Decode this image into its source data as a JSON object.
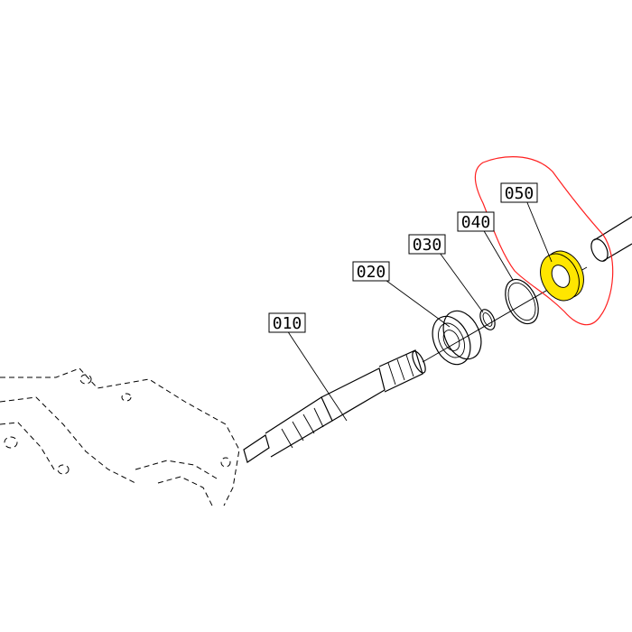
{
  "callouts": [
    {
      "id": "c010",
      "label": "010"
    },
    {
      "id": "c020",
      "label": "020"
    },
    {
      "id": "c030",
      "label": "030"
    },
    {
      "id": "c040",
      "label": "040"
    },
    {
      "id": "c050",
      "label": "050"
    }
  ],
  "colors": {
    "highlight": "#ffe600",
    "circle": "#ff2020",
    "ink": "#000000"
  },
  "highlighted_part": "050"
}
